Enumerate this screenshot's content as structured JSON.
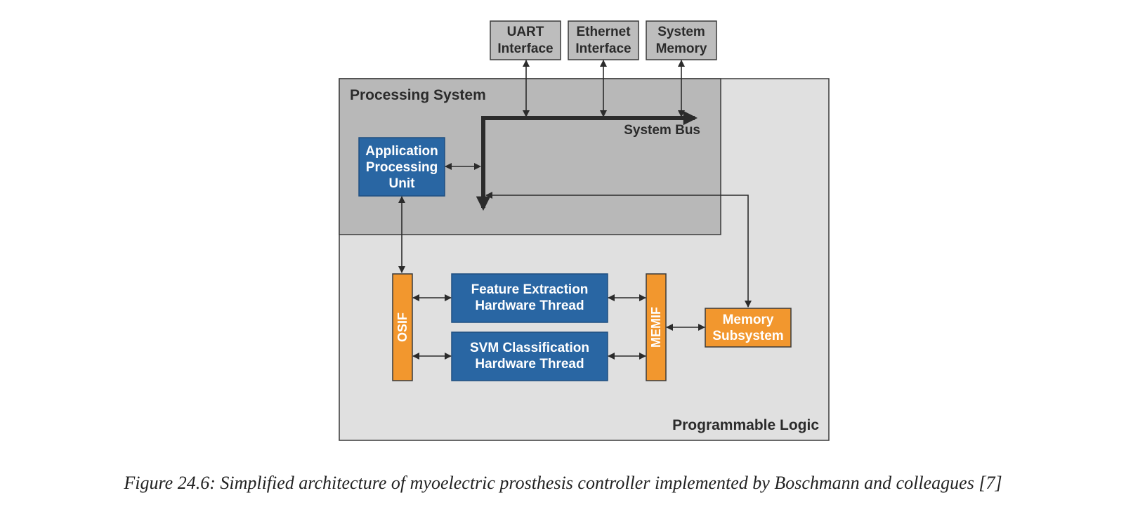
{
  "colors": {
    "blue": "#2966a3",
    "orange": "#f2972e",
    "processing_fill": "#b8b8b8",
    "programmable_fill": "#e0e0e0",
    "external_fill": "#bdbdbd",
    "line": "#2b2b2b",
    "text_dark": "#2b2b2b"
  },
  "regions": {
    "programmable_logic": "Programmable Logic",
    "processing_system": "Processing System",
    "system_bus": "System Bus"
  },
  "external": {
    "uart": [
      "UART",
      "Interface"
    ],
    "ethernet": [
      "Ethernet",
      "Interface"
    ],
    "memory": [
      "System",
      "Memory"
    ]
  },
  "blocks": {
    "apu": [
      "Application",
      "Processing",
      "Unit"
    ],
    "feature": [
      "Feature Extraction",
      "Hardware Thread"
    ],
    "svm": [
      "SVM Classification",
      "Hardware Thread"
    ],
    "mem_subsystem": [
      "Memory",
      "Subsystem"
    ],
    "osif": "OSIF",
    "memif": "MEMIF"
  },
  "caption": "Figure 24.6:  Simplified architecture of myoelectric prosthesis controller implemented by Boschmann and colleagues [7]"
}
